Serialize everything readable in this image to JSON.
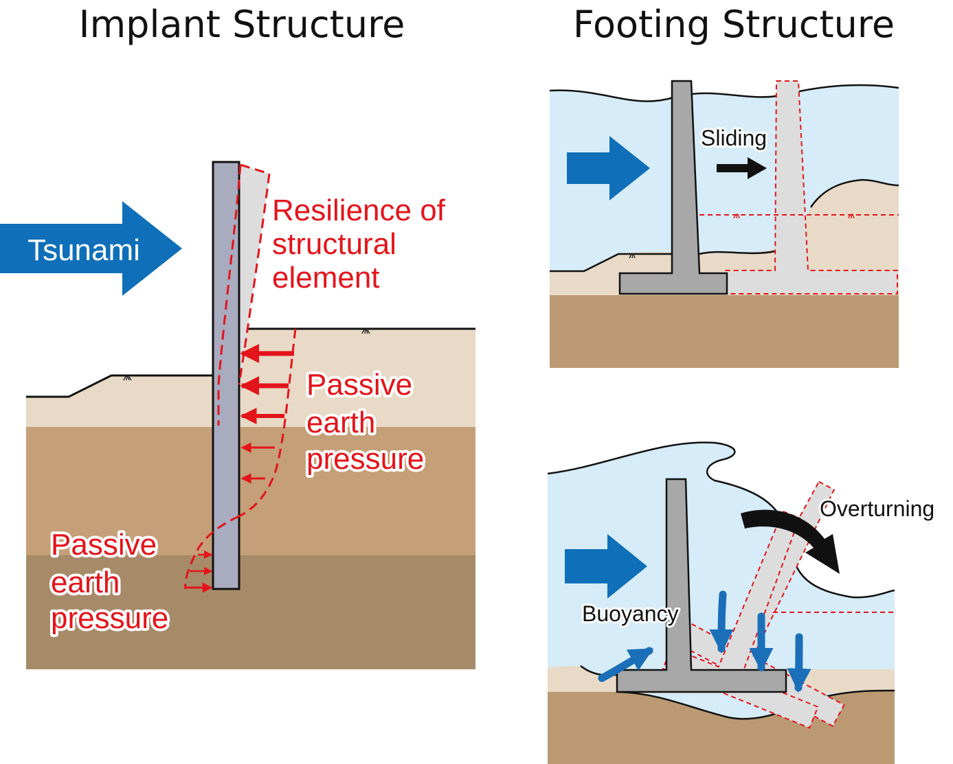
{
  "implant": {
    "title": "Implant Structure",
    "tsunami_label": "Tsunami",
    "resilience_label": [
      "Resilience of",
      "structural",
      "element"
    ],
    "passive_right_label": [
      "Passive",
      "earth",
      "pressure"
    ],
    "passive_left_label": [
      "Passive",
      "earth",
      "pressure"
    ]
  },
  "footing": {
    "title": "Footing Structure",
    "sliding_label": "Sliding",
    "overturning_label": "Overturning",
    "buoyancy_label": "Buoyancy"
  },
  "colors": {
    "water": "#d6ecf8",
    "soil_top": "#e8dac6",
    "soil_mid": "#c49f77",
    "soil_deep": "#a78b69",
    "soil_footing": "#bb9a73",
    "pile": "#a9abbf",
    "wall": "#a8a8a8",
    "ghost": "#dddddd",
    "arrow_blue": "#0f6fb8",
    "pressure_red": "#e3141b"
  },
  "icons": [
    "tsunami-arrow-icon",
    "pressure-arrow-icon",
    "sliding-arrow-icon",
    "overturning-arrow-icon",
    "buoyancy-arrow-icon",
    "grass-tuft-icon"
  ]
}
